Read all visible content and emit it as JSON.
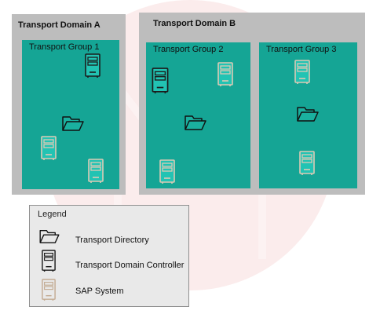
{
  "domains": [
    {
      "title": "Transport Domain A"
    },
    {
      "title": "Transport Domain B"
    }
  ],
  "groups": [
    {
      "title": "Transport Group 1"
    },
    {
      "title": "Transport Group 2"
    },
    {
      "title": "Transport Group 3"
    }
  ],
  "legend": {
    "title": "Legend",
    "items": [
      {
        "label": "Transport Directory",
        "icon": "folder-icon"
      },
      {
        "label": "Transport Domain Controller",
        "icon": "server-dark-icon"
      },
      {
        "label": "SAP System",
        "icon": "server-light-icon"
      }
    ]
  },
  "colors": {
    "domain_bg": "#bdbdbd",
    "group_bg": "#15a595",
    "controller": "#1c1c1c",
    "sap_system": "#c4ac94"
  }
}
